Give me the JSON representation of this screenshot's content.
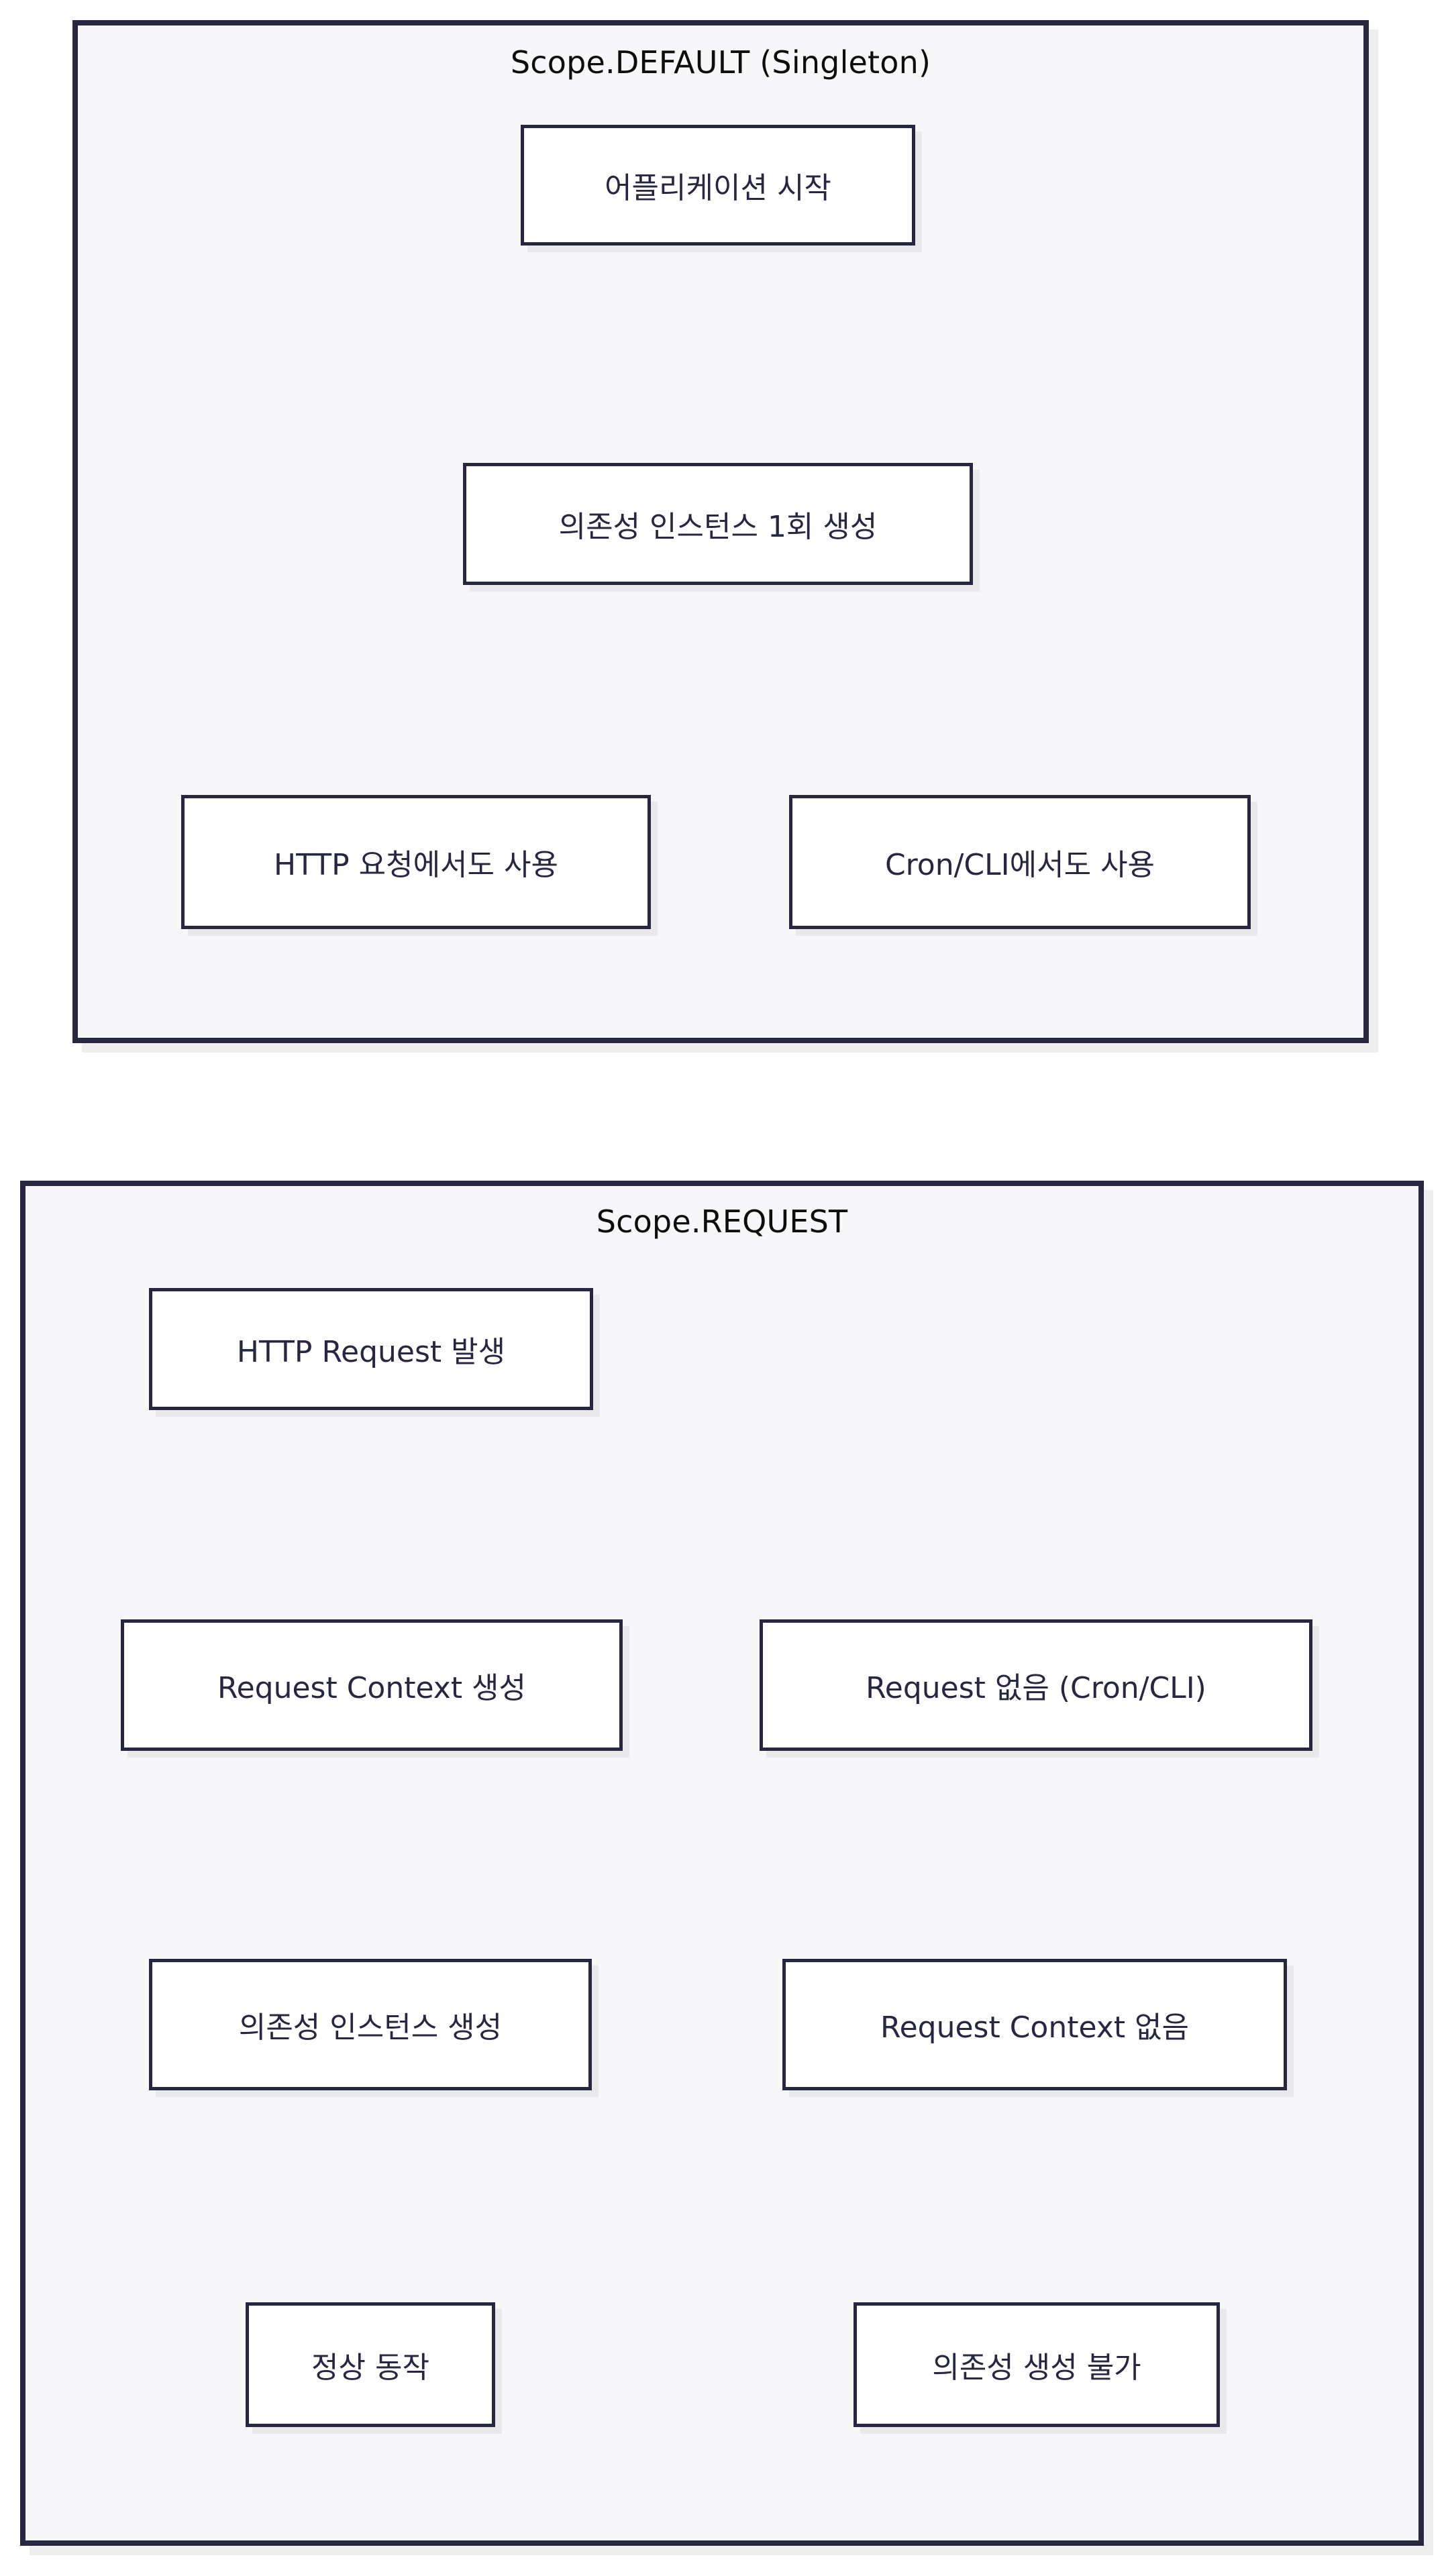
{
  "diagram": {
    "type": "flowchart",
    "panels": [
      {
        "id": "scope-default",
        "title": "Scope.DEFAULT (Singleton)",
        "nodes": [
          {
            "id": "app-start",
            "label": "어플리케이션 시작"
          },
          {
            "id": "singleton-create",
            "label": "의존성 인스턴스 1회 생성"
          },
          {
            "id": "http-use",
            "label": "HTTP 요청에서도 사용"
          },
          {
            "id": "cron-use",
            "label": "Cron/CLI에서도 사용"
          }
        ],
        "edges": [
          {
            "from": "app-start",
            "to": "singleton-create",
            "style": "straight"
          },
          {
            "from": "singleton-create",
            "to": "http-use",
            "style": "curved"
          },
          {
            "from": "singleton-create",
            "to": "cron-use",
            "style": "curved"
          }
        ]
      },
      {
        "id": "scope-request",
        "title": "Scope.REQUEST",
        "nodes": [
          {
            "id": "http-request",
            "label": "HTTP Request 발생"
          },
          {
            "id": "req-context",
            "label": "Request Context 생성"
          },
          {
            "id": "no-request",
            "label": "Request 없음 (Cron/CLI)"
          },
          {
            "id": "dep-create",
            "label": "의존성 인스턴스 생성"
          },
          {
            "id": "no-context",
            "label": "Request Context 없음"
          },
          {
            "id": "normal",
            "label": "정상 동작"
          },
          {
            "id": "cannot-create",
            "label": "의존성 생성 불가"
          }
        ],
        "edges": [
          {
            "from": "http-request",
            "to": "req-context",
            "style": "straight"
          },
          {
            "from": "req-context",
            "to": "dep-create",
            "style": "straight"
          },
          {
            "from": "dep-create",
            "to": "normal",
            "style": "straight"
          },
          {
            "from": "no-request",
            "to": "no-context",
            "style": "straight"
          },
          {
            "from": "no-context",
            "to": "cannot-create",
            "style": "straight"
          }
        ]
      }
    ],
    "colors": {
      "panel_background": "#f7f7fa",
      "panel_border": "#272741",
      "node_background": "#ffffff",
      "node_border": "#272741",
      "node_text": "#272741",
      "arrow": "#0a0a0a",
      "shadow": "#e9e9ec",
      "page_background": "#ffffff"
    }
  }
}
